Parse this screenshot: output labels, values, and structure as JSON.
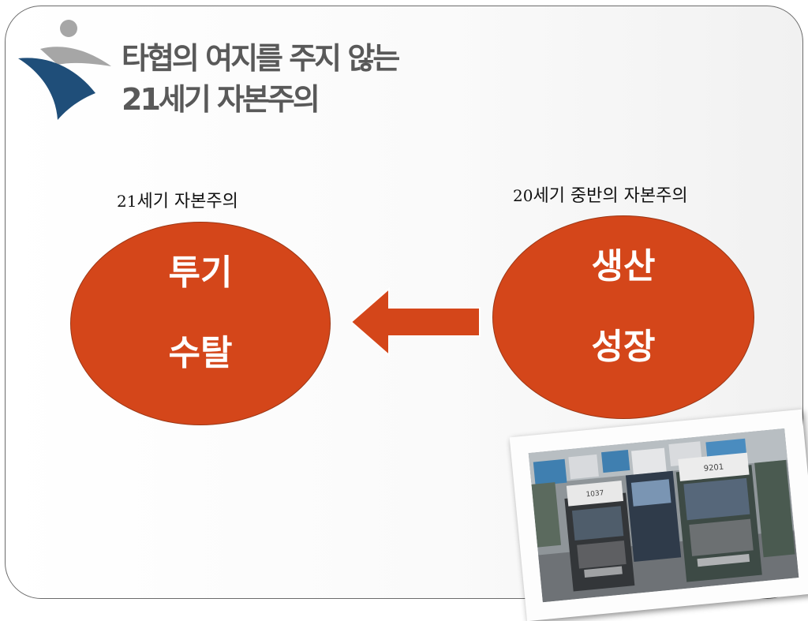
{
  "slide": {
    "title_lines": [
      "타협의 여지를 주지 않는",
      "21세기 자본주의"
    ]
  },
  "left_group": {
    "label_num": "21",
    "label_text": "세기 자본주의",
    "circle_words": [
      "투기",
      "수탈"
    ]
  },
  "right_group": {
    "label_num": "20",
    "label_text": "세기 중반의 자본주의",
    "circle_words": [
      "생산",
      "성장"
    ]
  },
  "arrow": {
    "direction": "left",
    "color": "#d4461a"
  },
  "photo": {
    "subject": "trucks-photo",
    "truck_numbers": [
      "9201",
      "1037"
    ]
  },
  "colors": {
    "circle_fill": "#d4461a",
    "title_text": "#595959",
    "logo_blue": "#1f4e79",
    "logo_gray": "#a6a6a6"
  }
}
